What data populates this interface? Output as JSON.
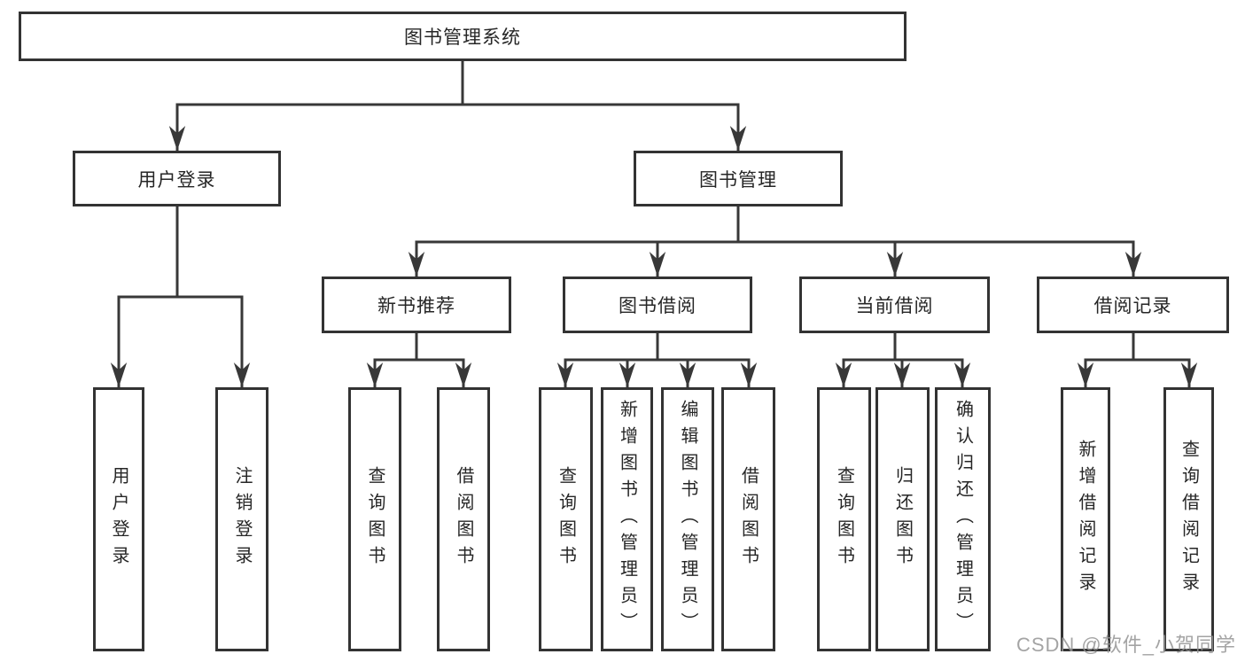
{
  "tree": {
    "root": {
      "label": "图书管理系统",
      "children": [
        {
          "label": "用户登录",
          "children": [
            {
              "label": "用户登录"
            },
            {
              "label": "注销登录"
            }
          ]
        },
        {
          "label": "图书管理",
          "children": [
            {
              "label": "新书推荐",
              "children": [
                {
                  "label": "查询图书"
                },
                {
                  "label": "借阅图书"
                }
              ]
            },
            {
              "label": "图书借阅",
              "children": [
                {
                  "label": "查询图书"
                },
                {
                  "label": "新增图书（管理员）"
                },
                {
                  "label": "编辑图书（管理员）"
                },
                {
                  "label": "借阅图书"
                }
              ]
            },
            {
              "label": "当前借阅",
              "children": [
                {
                  "label": "查询图书"
                },
                {
                  "label": "归还图书"
                },
                {
                  "label": "确认归还（管理员）"
                }
              ]
            },
            {
              "label": "借阅记录",
              "children": [
                {
                  "label": "新增借阅记录"
                },
                {
                  "label": "查询借阅记录"
                }
              ]
            }
          ]
        }
      ]
    }
  },
  "watermark": {
    "text": "CSDN @软件_小贺同学"
  },
  "colors": {
    "line": "#383838",
    "box_border": "#333333",
    "text": "#262626",
    "background": "#ffffff",
    "watermark": "#949494"
  }
}
